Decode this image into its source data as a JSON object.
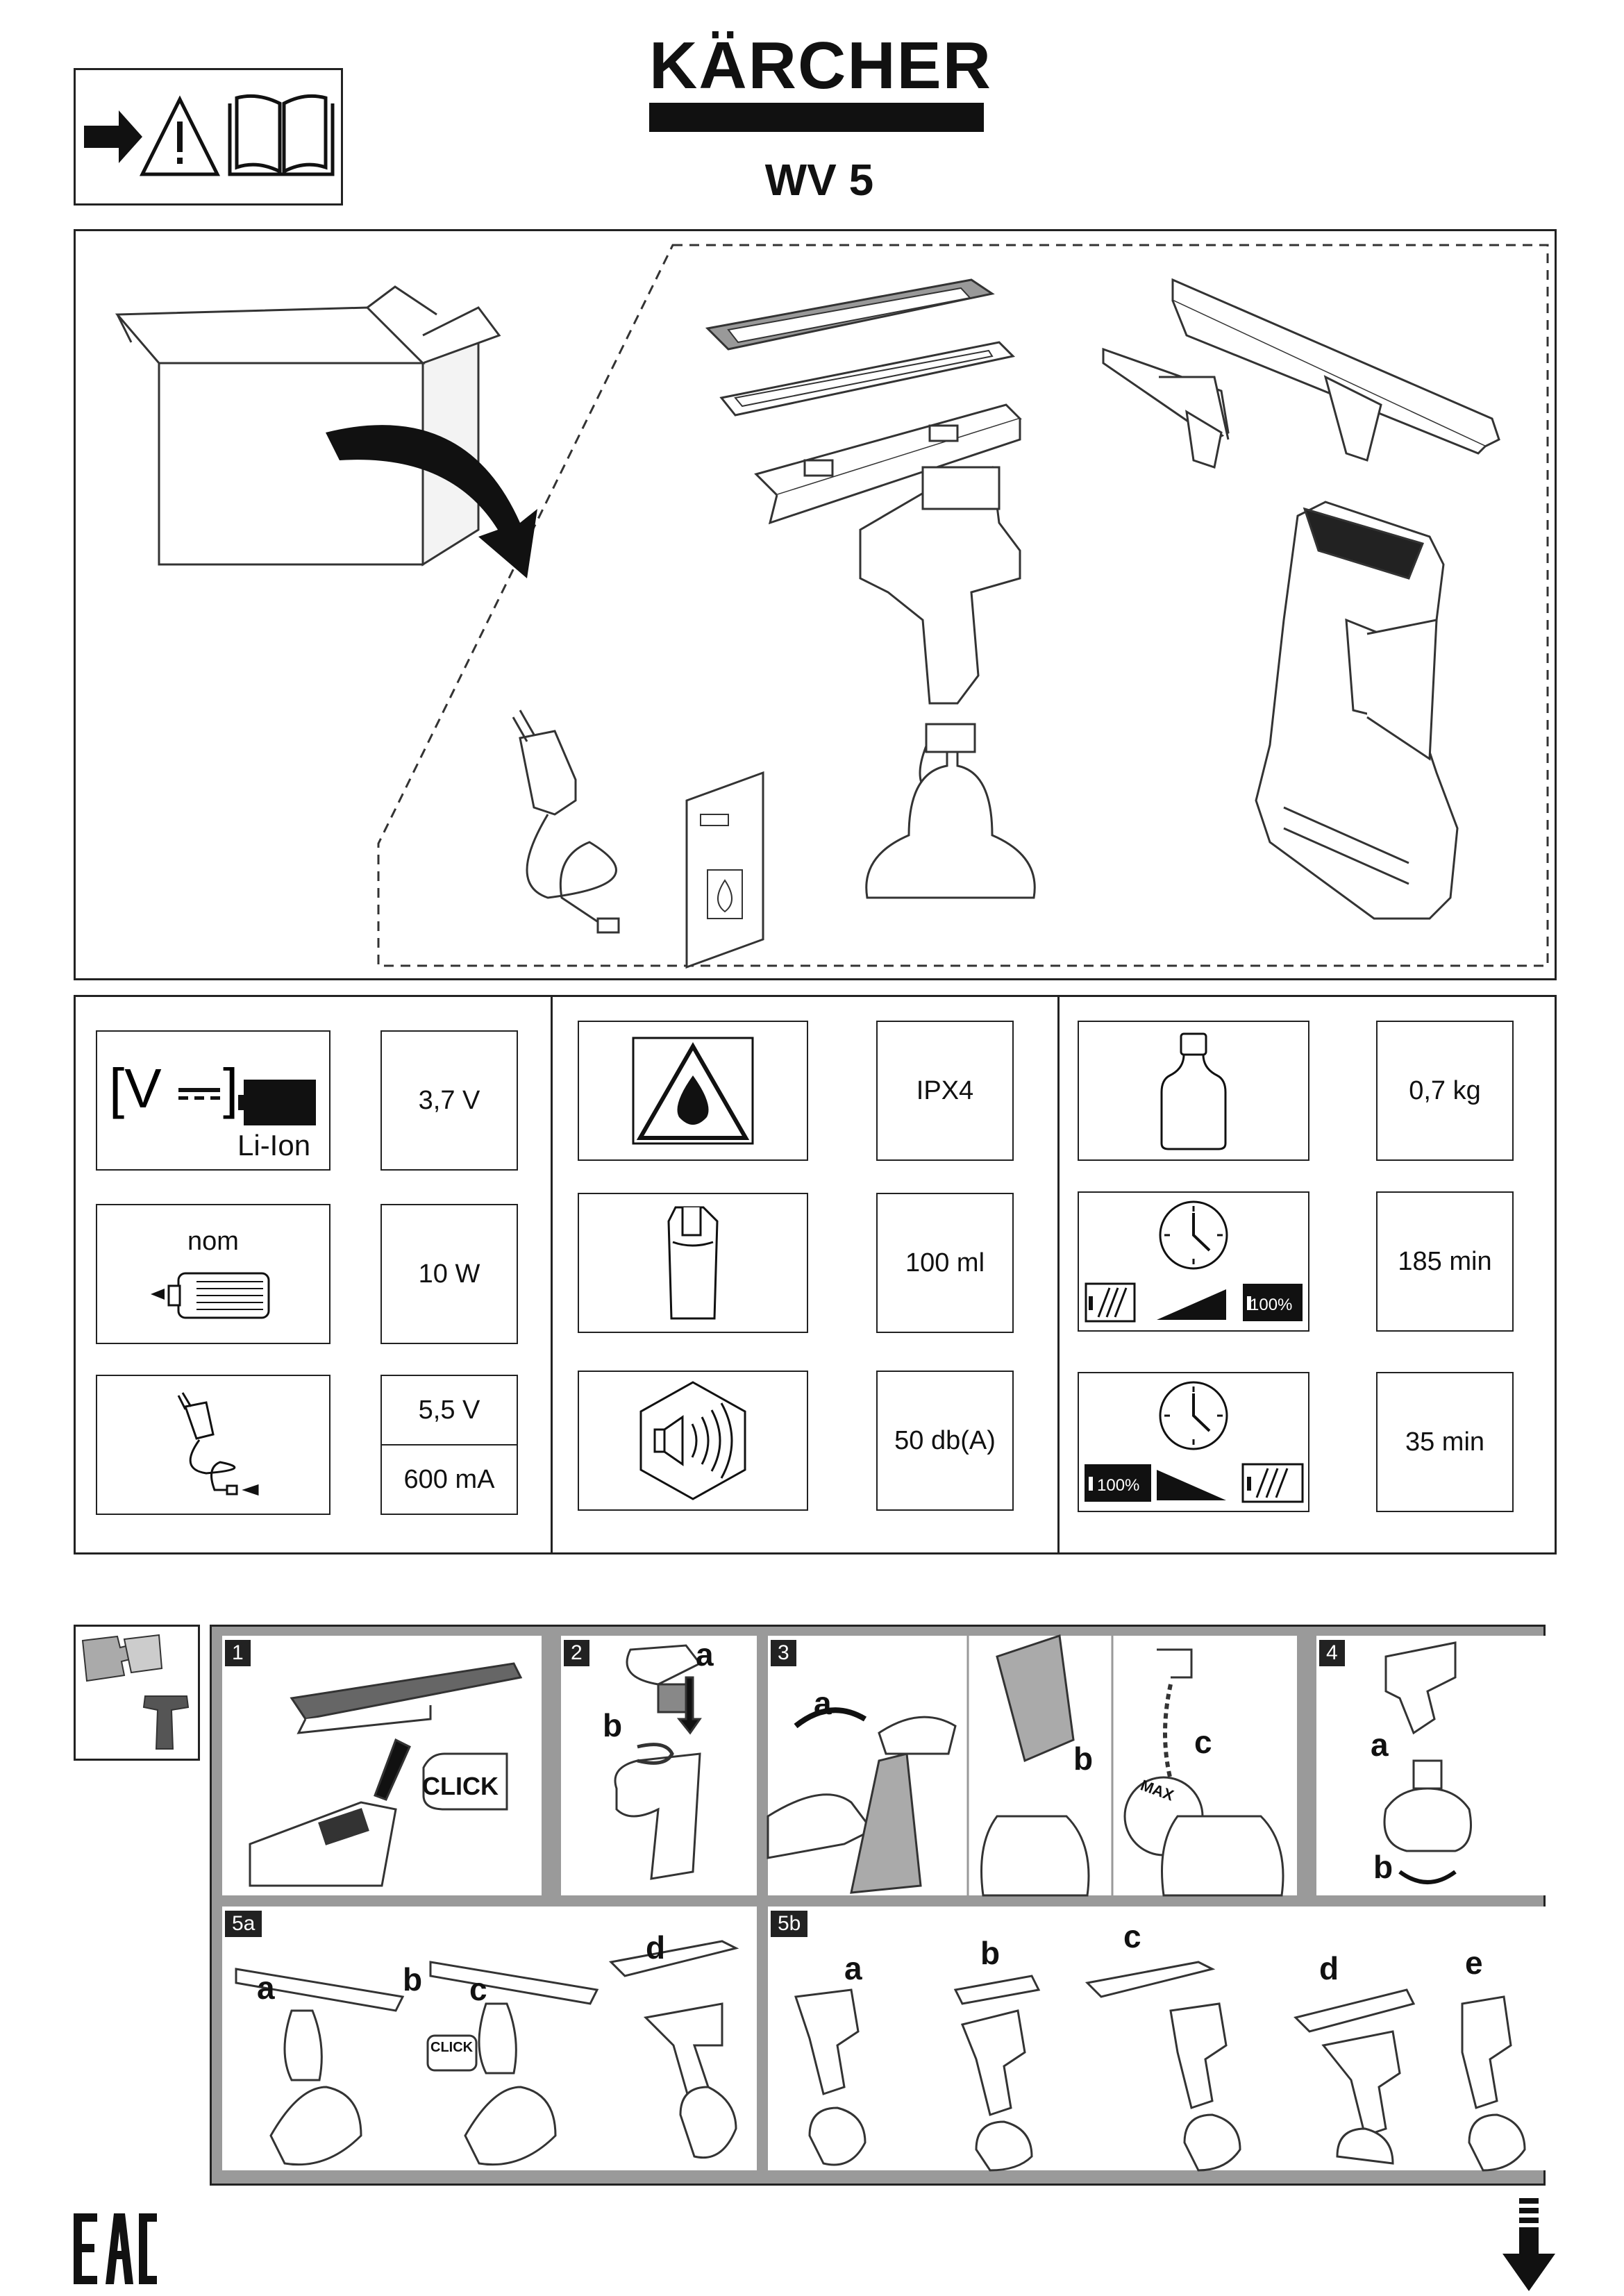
{
  "header": {
    "brand": "KÄRCHER",
    "model": "WV 5"
  },
  "icons": {
    "read_manual": [
      "arrow-right-icon",
      "warning-triangle-icon",
      "open-book-icon"
    ],
    "footer_left": "eac-mark",
    "footer_right": "arrow-down-icon"
  },
  "specs": {
    "battery_label": "Li-Ion",
    "voltage": "3,7 V",
    "motor_label": "nom",
    "power": "10 W",
    "charger_voltage": "5,5 V",
    "charger_current": "600 mA",
    "ip_rating": "IPX4",
    "tank_volume": "100 ml",
    "noise": "50 db(A)",
    "weight": "0,7 kg",
    "charge_full_label": "100%",
    "charge_time": "185 min",
    "run_full_label": "100%",
    "run_time": "35 min"
  },
  "steps": {
    "s1": {
      "num": "1",
      "click": "CLICK"
    },
    "s2": {
      "num": "2",
      "a": "a",
      "b": "b"
    },
    "s3": {
      "num": "3",
      "a": "a",
      "b": "b",
      "c": "c",
      "max": "MAX"
    },
    "s4": {
      "num": "4",
      "a": "a",
      "b": "b"
    },
    "s5a": {
      "num": "5a",
      "a": "a",
      "b": "b",
      "c": "c",
      "d": "d",
      "click": "CLICK"
    },
    "s5b": {
      "num": "5b",
      "a": "a",
      "b": "b",
      "c": "c",
      "d": "d",
      "e": "e"
    }
  }
}
